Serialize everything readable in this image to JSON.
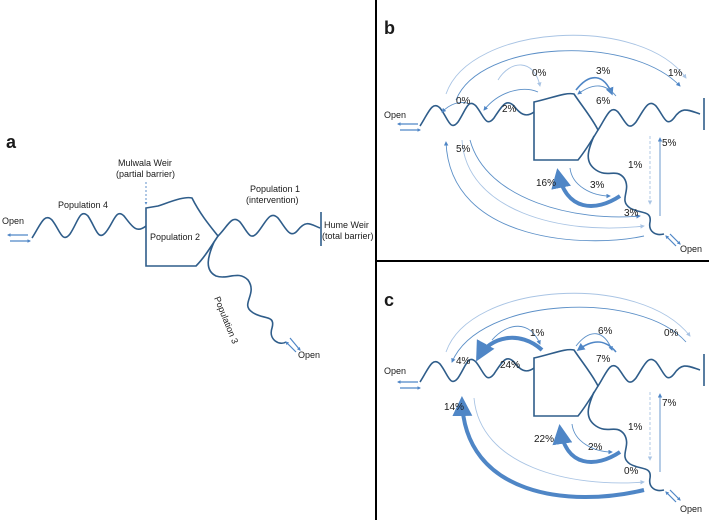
{
  "panel_a": {
    "letter": "a",
    "open_left": "Open",
    "open_right": "Open",
    "population4": "Population 4",
    "population2": "Population 2",
    "population1_line1": "Population 1",
    "population1_line2": "(intervention)",
    "population3": "Population 3",
    "mulwala_line1": "Mulwala Weir",
    "mulwala_line2": "(partial barrier)",
    "hume_line1": "Hume Weir",
    "hume_line2": "(total barrier)"
  },
  "panel_b": {
    "letter": "b",
    "open_left": "Open",
    "open_right": "Open",
    "percents": {
      "p_0_top": "0%",
      "p_3_top": "3%",
      "p_1_top": "1%",
      "p_0_left": "0%",
      "p_2_left": "2%",
      "p_6_right": "6%",
      "p_5_left": "5%",
      "p_5_right": "5%",
      "p_1_mid": "1%",
      "p_16": "16%",
      "p_3_mid": "3%",
      "p_3_low": "3%"
    }
  },
  "panel_c": {
    "letter": "c",
    "open_left": "Open",
    "open_right": "Open",
    "percents": {
      "p_1_top": "1%",
      "p_6_top": "6%",
      "p_0_top": "0%",
      "p_4_left": "4%",
      "p_24": "24%",
      "p_7_right": "7%",
      "p_14": "14%",
      "p_7_side": "7%",
      "p_1_mid": "1%",
      "p_22": "22%",
      "p_2_mid": "2%",
      "p_0_low": "0%"
    }
  },
  "colors": {
    "river": "#2f5d8a",
    "arrow": "#4f86c6",
    "arrow_light": "#a9c4e4",
    "divider": "#000000"
  }
}
